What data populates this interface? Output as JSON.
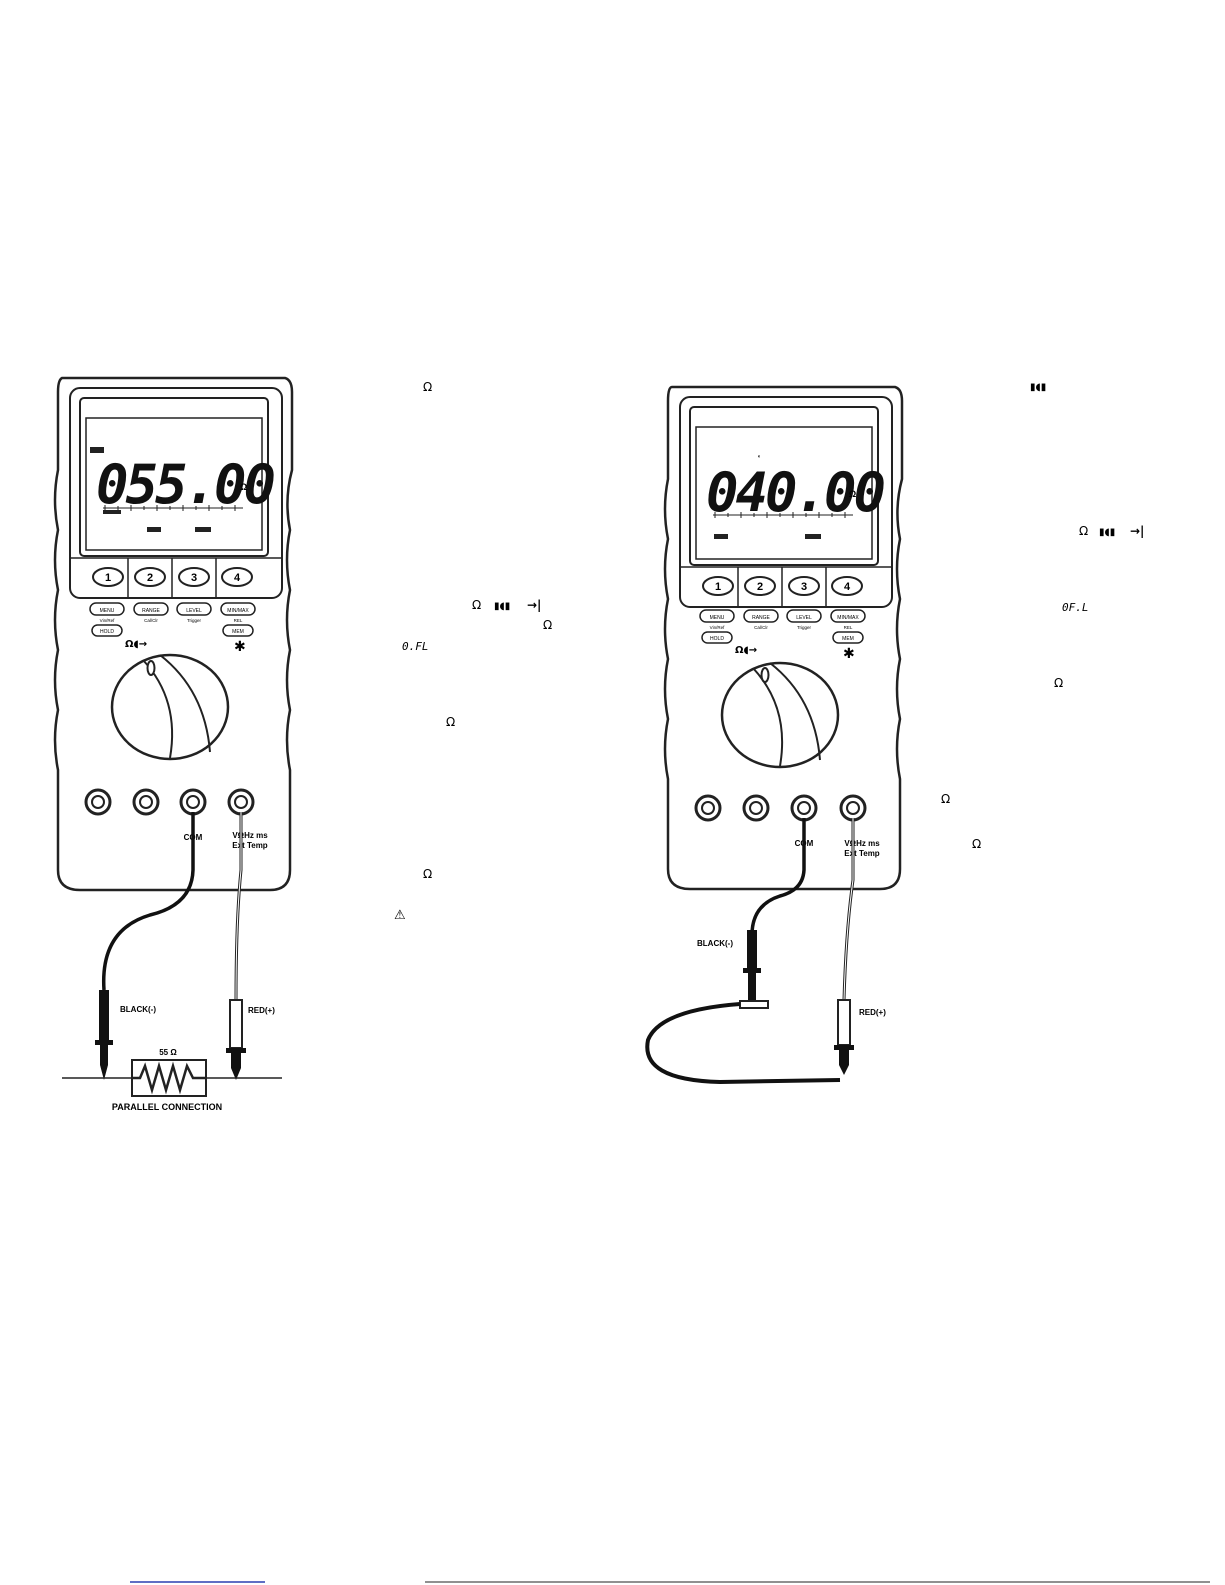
{
  "meters": [
    {
      "display": "055.00",
      "soft_keys": [
        "1",
        "2",
        "3",
        "4"
      ],
      "buttons": {
        "row1": [
          "MENU",
          "RANGE",
          "LEVEL",
          "MIN/MAX"
        ],
        "row2": [
          "Vin/Ref",
          "Cal/Clr",
          "Trigger",
          "REL"
        ],
        "row3": [
          "HOLD",
          "",
          "",
          "MEM"
        ]
      },
      "jack_com": "COM",
      "jack_v": "VΩHz ms",
      "jack_v2": "Ext Temp",
      "lead_black": "BLACK(-)",
      "lead_red": "RED(+)",
      "resistor_value": "55 Ω",
      "connection_label": "PARALLEL CONNECTION"
    },
    {
      "display": "040.00",
      "soft_keys": [
        "1",
        "2",
        "3",
        "4"
      ],
      "buttons": {
        "row1": [
          "MENU",
          "RANGE",
          "LEVEL",
          "MIN/MAX"
        ],
        "row2": [
          "Vin/Ref",
          "Cal/Clr",
          "Trigger",
          "REL"
        ],
        "row3": [
          "HOLD",
          "",
          "",
          "MEM"
        ]
      },
      "jack_com": "COM",
      "jack_v": "VΩHz ms",
      "jack_v2": "Ext Temp",
      "lead_black": "BLACK(-)",
      "lead_red": "RED(+)"
    }
  ],
  "left_text": {
    "ohm_1": "Ω",
    "ohm_2": "Ω",
    "beep_1": "▮◖▮",
    "diode_1": "→|",
    "ohm_3": "Ω",
    "ofl_1": "0.FL",
    "ohm_4": "Ω",
    "ohm_5": "Ω",
    "warn": "⚠"
  },
  "right_text": {
    "beep_top": "▮◖▮",
    "ohm_a": "Ω",
    "beep_a": "▮◖▮",
    "diode_a": "→|",
    "ofl_a": "0F.L",
    "ohm_b": "Ω",
    "ohm_c": "Ω",
    "ohm_d": "Ω"
  }
}
